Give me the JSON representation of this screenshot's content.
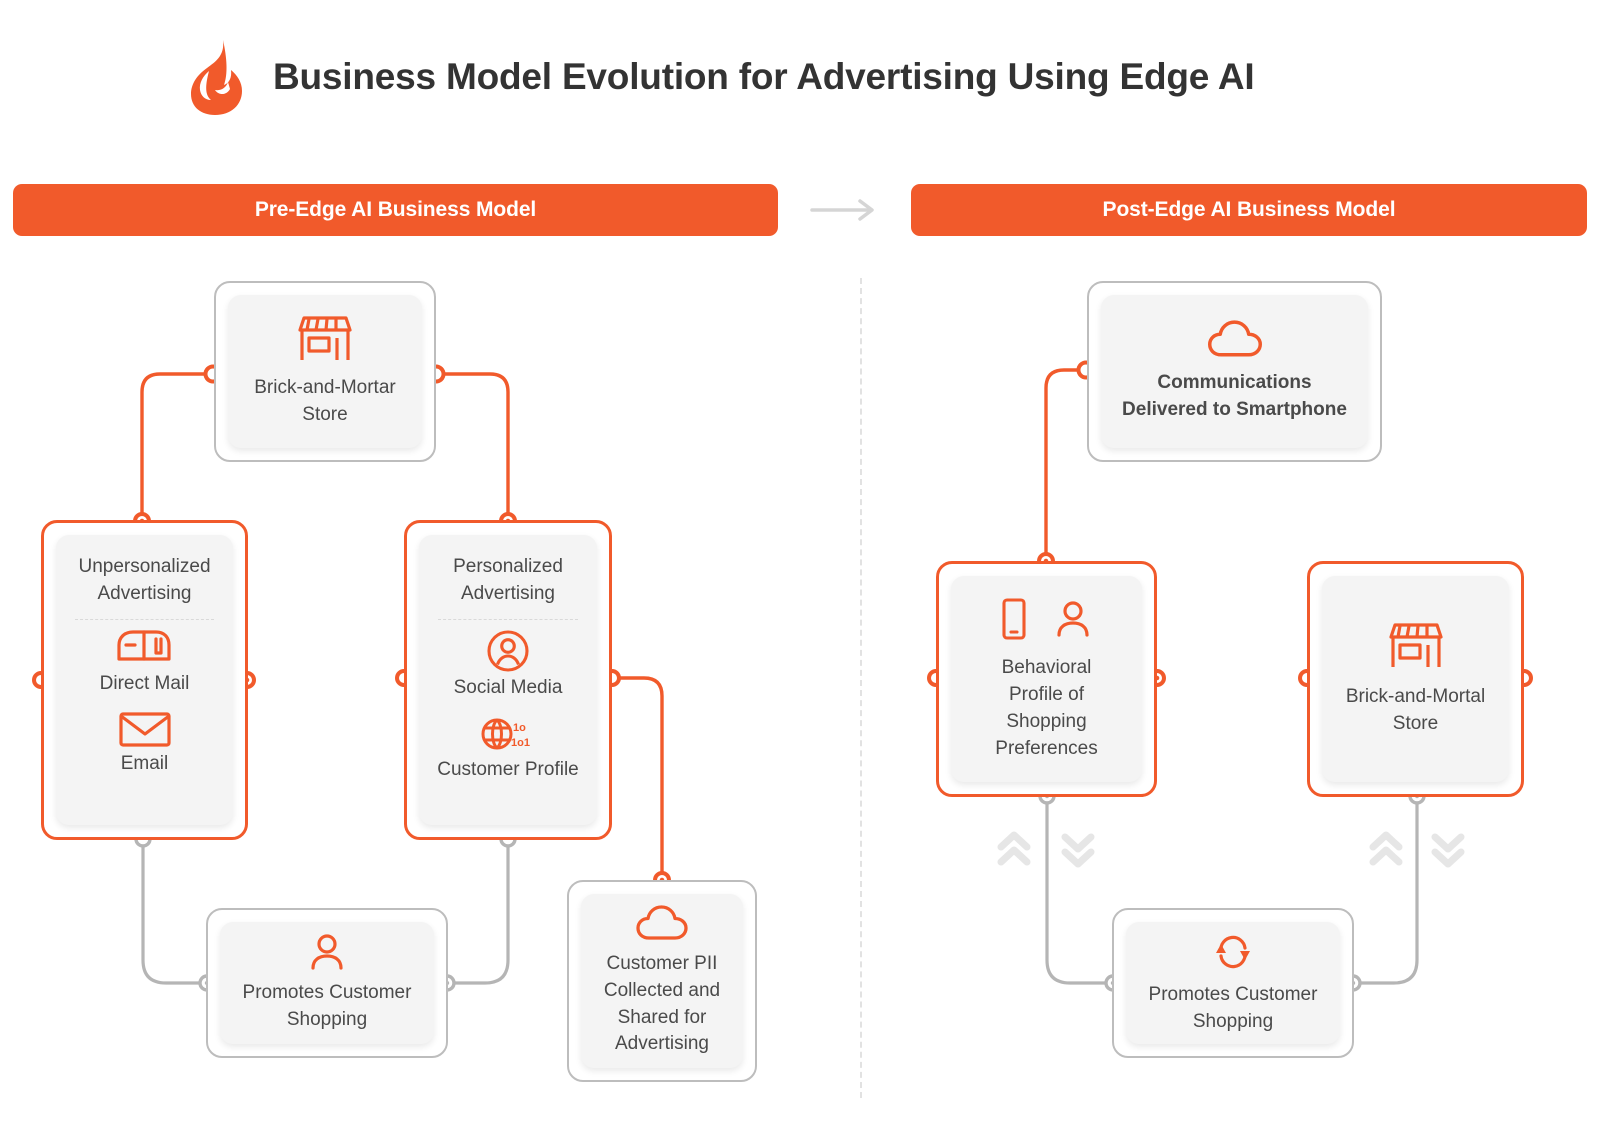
{
  "header": {
    "title": "Business Model Evolution for Advertising Using Edge AI",
    "logo_icon": "flame-icon"
  },
  "banners": {
    "left": "Pre-Edge AI Business Model",
    "right": "Post-Edge AI Business Model",
    "arrow_icon": "right-arrow-icon"
  },
  "colors": {
    "accent": "#F15A2B",
    "card_fill": "#f4f4f4",
    "gray_border": "#bdbdbd",
    "text": "#4a4a4a",
    "title_text": "#333333"
  },
  "pre_edge": {
    "store": {
      "label": "Brick-and-Mortar\nStore",
      "line1": "Brick-and-Mortar",
      "line2": "Store",
      "icon": "storefront-icon"
    },
    "unpersonalized": {
      "heading_line1": "Unpersonalized",
      "heading_line2": "Advertising",
      "items": [
        {
          "icon": "mailbox-icon",
          "label": "Direct Mail"
        },
        {
          "icon": "envelope-icon",
          "label": "Email"
        }
      ]
    },
    "personalized": {
      "heading_line1": "Personalized",
      "heading_line2": "Advertising",
      "items": [
        {
          "icon": "user-circle-icon",
          "label": "Social Media"
        },
        {
          "icon": "globe-data-icon",
          "label": "Customer Profile"
        }
      ]
    },
    "promotes": {
      "line1": "Promotes Customer",
      "line2": "Shopping",
      "icon": "person-icon"
    },
    "pii": {
      "line1": "Customer PII",
      "line2": "Collected and",
      "line3": "Shared for",
      "line4": "Advertising",
      "icon": "cloud-icon"
    }
  },
  "post_edge": {
    "communications": {
      "line1": "Communications",
      "line2": "Delivered to Smartphone",
      "icon": "cloud-icon"
    },
    "behavioral": {
      "line1": "Behavioral",
      "line2": "Profile of",
      "line3": "Shopping",
      "line4": "Preferences",
      "icon_a": "smartphone-icon",
      "icon_b": "person-icon"
    },
    "store": {
      "line1": "Brick-and-Mortal",
      "line2": "Store",
      "icon": "storefront-icon"
    },
    "promotes": {
      "line1": "Promotes Customer",
      "line2": "Shopping",
      "icon": "sync-refresh-icon"
    },
    "signal_icons": [
      "chevron-up-double-icon",
      "chevron-down-double-icon",
      "chevron-up-double-icon",
      "chevron-down-double-icon"
    ]
  }
}
